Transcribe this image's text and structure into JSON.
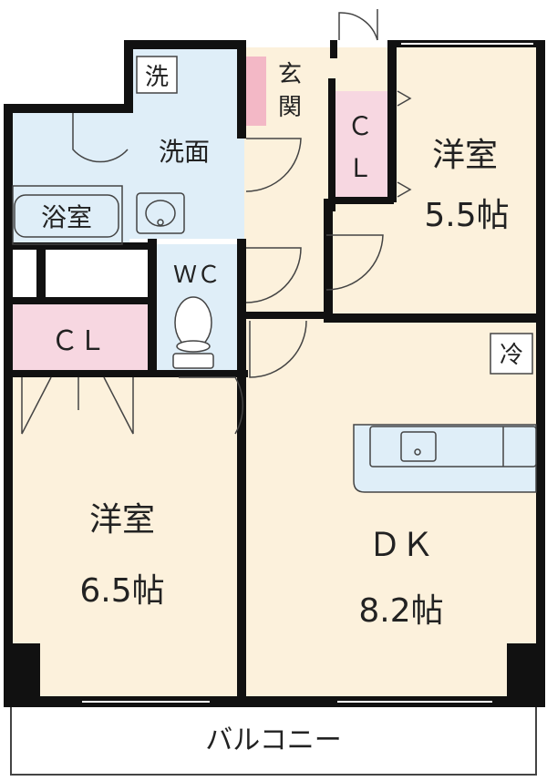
{
  "colors": {
    "room": "#fcf1dc",
    "wet": "#dfeef8",
    "closet": "#f7d7e1",
    "wall": "#111111",
    "line": "#444444",
    "accent": "#f3b8c6"
  },
  "rooms": {
    "western_small": {
      "name": "洋室",
      "size": "5.5帖"
    },
    "western_large": {
      "name": "洋室",
      "size": "6.5帖"
    },
    "dk": {
      "name": "ＤＫ",
      "size": "8.2帖"
    }
  },
  "labels": {
    "bath": "浴室",
    "washroom": "洗面",
    "washer": "洗",
    "entrance_1": "玄",
    "entrance_2": "関",
    "wc": "ＷＣ",
    "cl_top_1": "Ｃ",
    "cl_top_2": "Ｌ",
    "cl_left": "ＣＬ",
    "fridge": "冷",
    "balcony": "バルコニー"
  },
  "icons": [
    "door-swing-icon",
    "toilet-icon",
    "washbasin-icon",
    "kitchen-sink-icon"
  ]
}
